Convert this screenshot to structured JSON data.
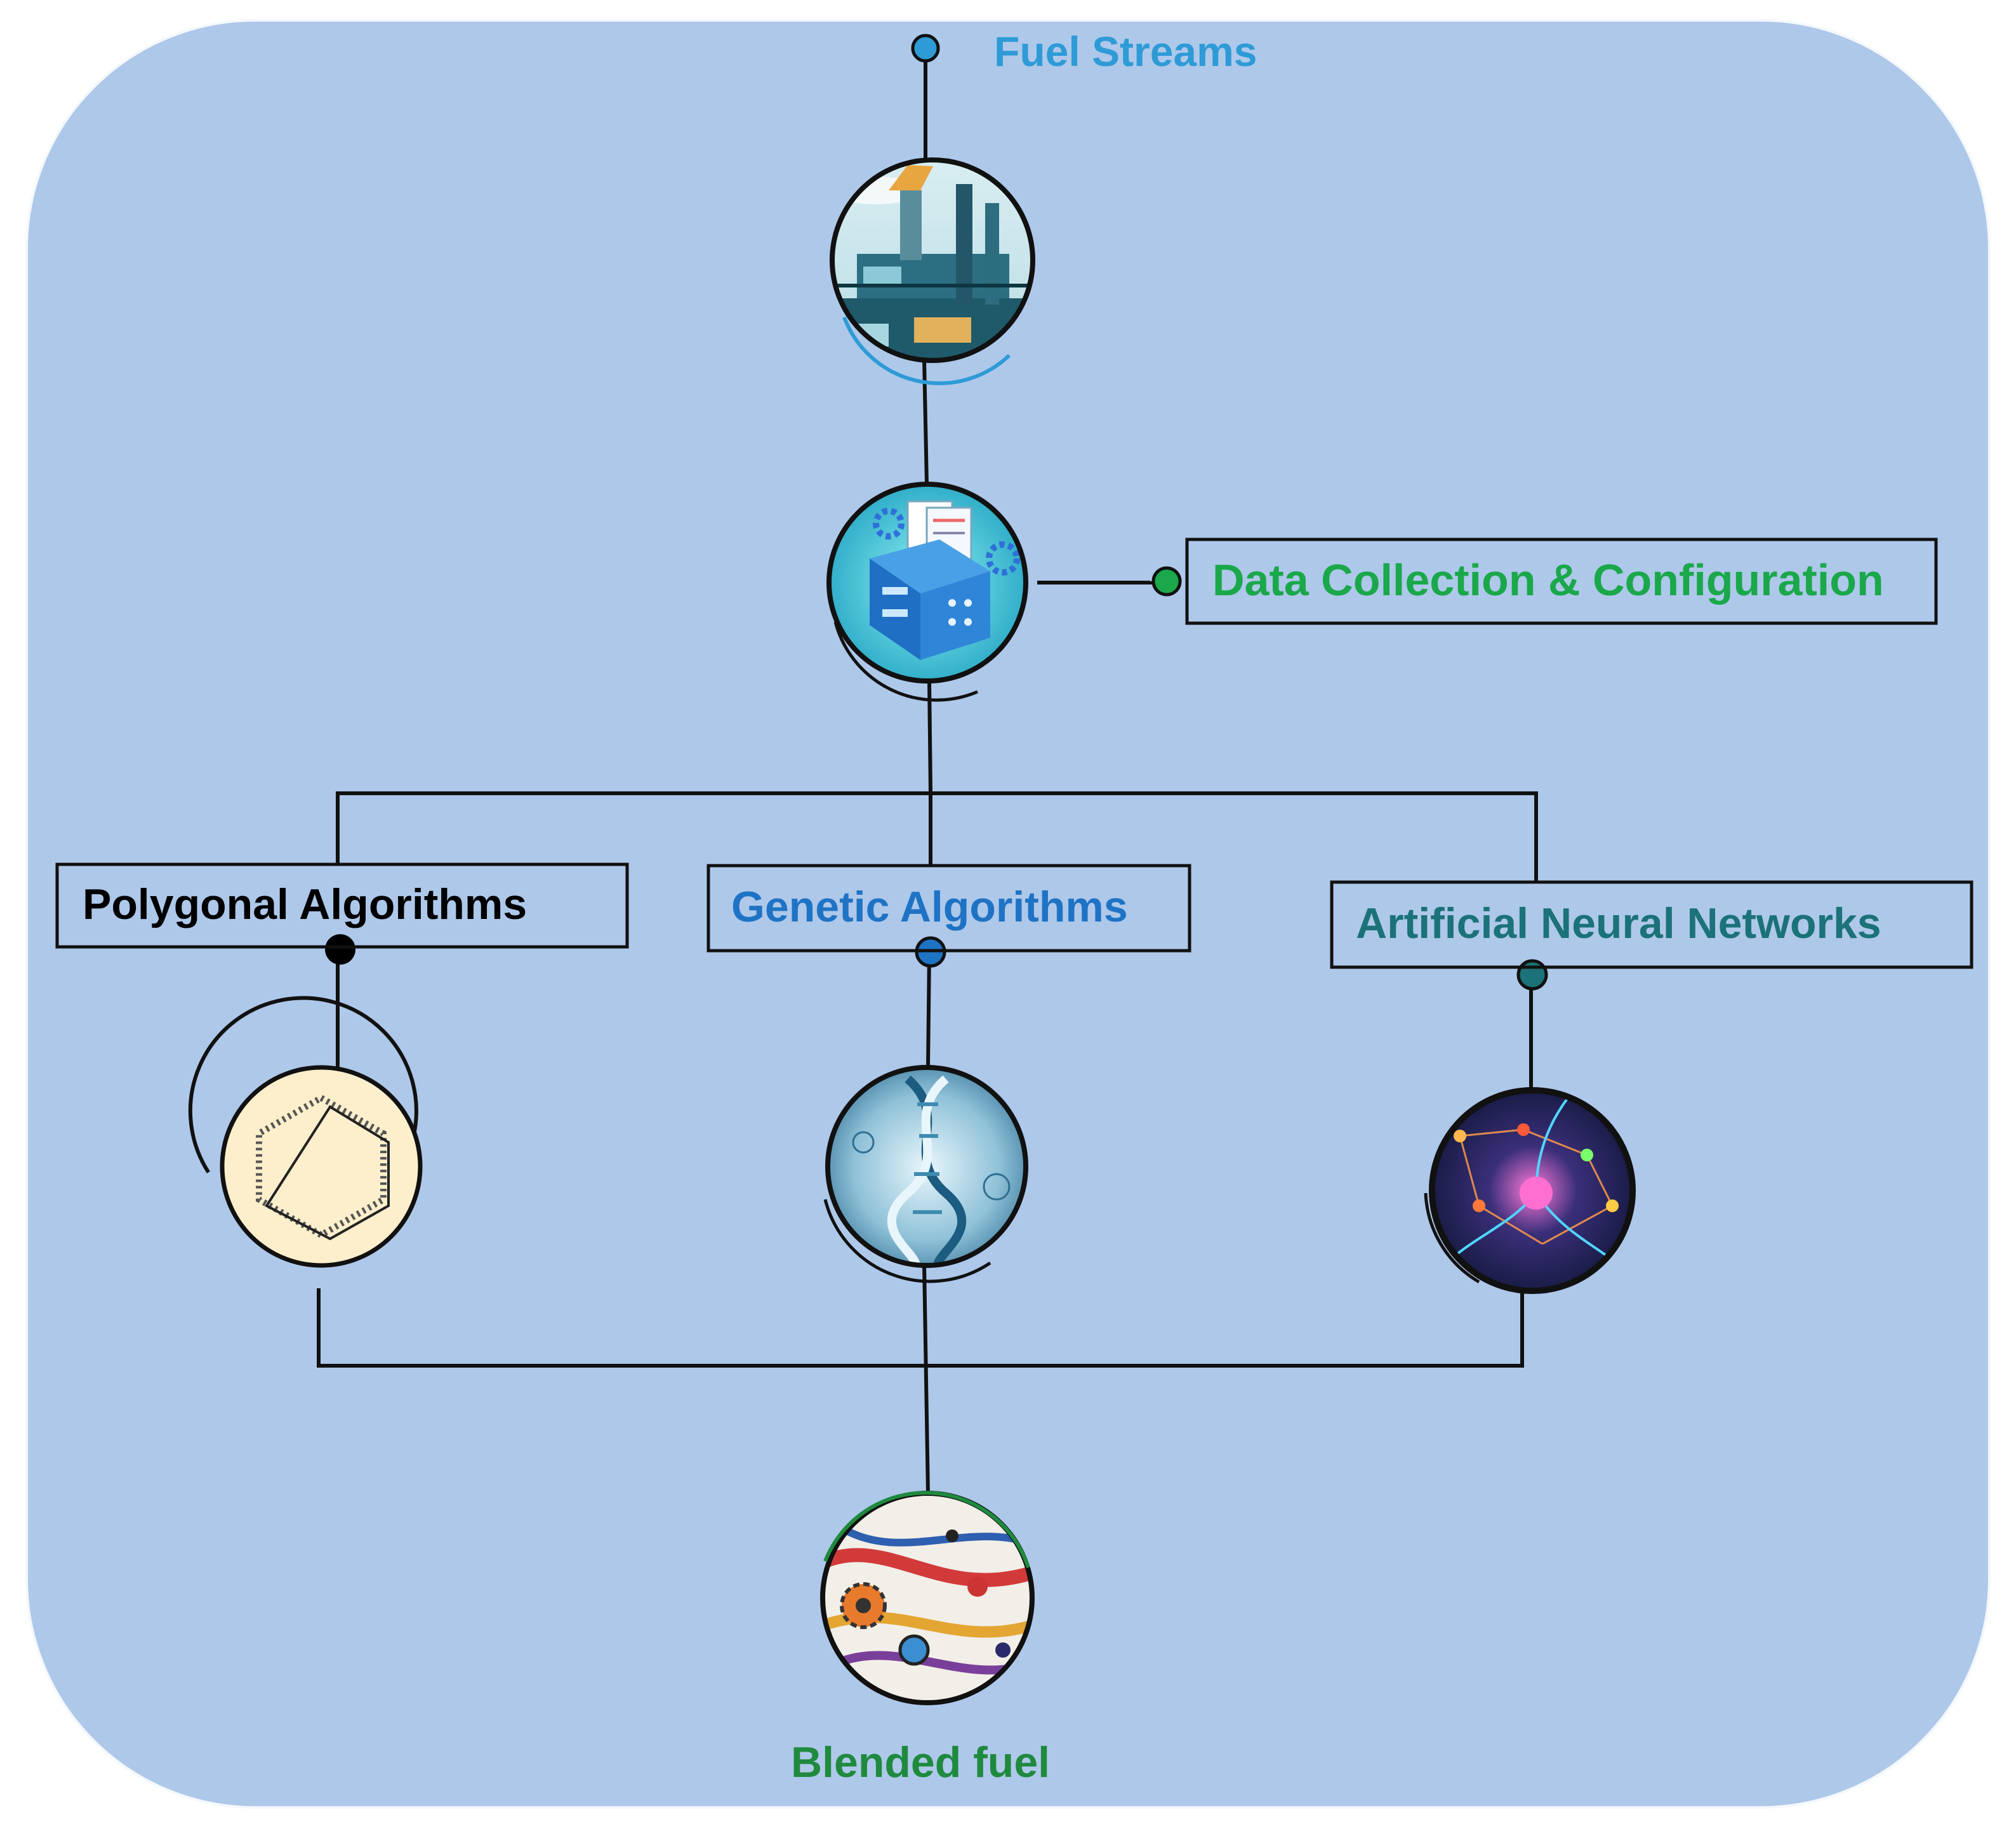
{
  "nodes": {
    "fuel_streams": {
      "label": "Fuel Streams",
      "color": "#2E9BD6"
    },
    "data_collection": {
      "label": "Data Collection & Configuration",
      "color": "#1AA84A"
    },
    "polygonal": {
      "label": "Polygonal Algorithms",
      "color": "#000000"
    },
    "genetic": {
      "label": "Genetic Algorithms",
      "color": "#1F73C4"
    },
    "ann": {
      "label": "Artificial Neural Networks",
      "color": "#1B7278"
    },
    "blended_fuel": {
      "label": "Blended fuel",
      "color": "#1F8A3E"
    }
  },
  "colors": {
    "background": "#AEC8EA",
    "line": "#111111"
  }
}
